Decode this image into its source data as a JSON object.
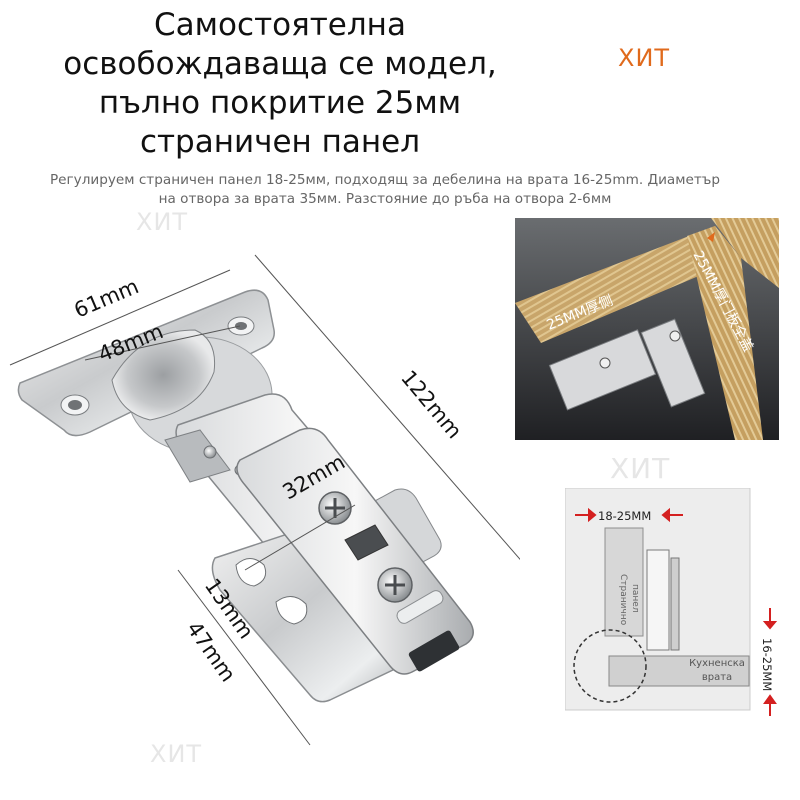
{
  "title_lines": [
    "Самостоятелна",
    "освобождаваща се модел,",
    "пълно покритие 25мм",
    "страничен панел"
  ],
  "hit_label": "ХИТ",
  "description_lines": [
    "Регулируем страничен панел 18-25мм, подходящ за дебелина на врата 16-25mm. Диаметър",
    "на отвора за врата 35мм. Разстояние до ръба на отвора 2-6мм"
  ],
  "dimensions": {
    "plate_width": "61mm",
    "hole_spacing": "48mm",
    "total_length": "122mm",
    "arm_height": "32mm",
    "offset": "13mm",
    "arm_width": "47mm"
  },
  "photo_labels": {
    "side_thickness": "25MM厚侧",
    "door_overlay": "25MM厚门板全盖"
  },
  "diagram_labels": {
    "side_range": "18-25MM",
    "side_panel": [
      "Странично",
      "панел"
    ],
    "door": [
      "Кухненска",
      "врата"
    ],
    "door_range": "16-25MM"
  },
  "colors": {
    "hit_accent": "#e06a1c",
    "arrow_red": "#d42020",
    "wood": "#c8a56a"
  }
}
